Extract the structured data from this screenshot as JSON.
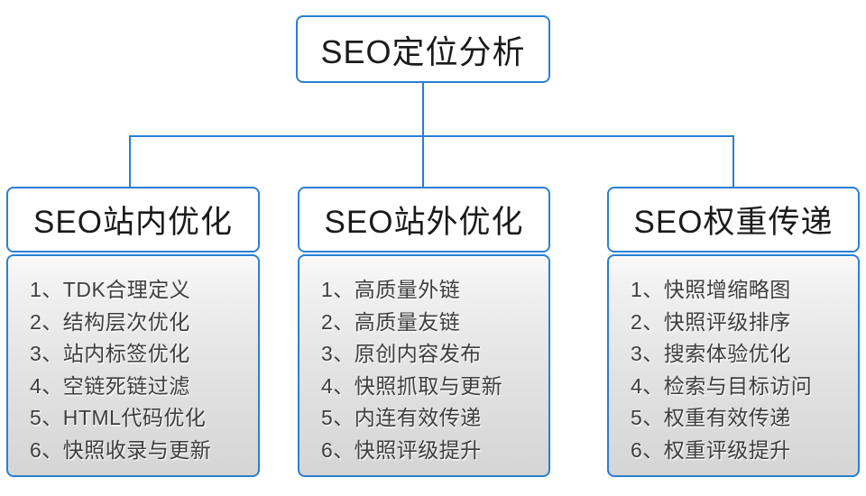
{
  "colors": {
    "accent": "#2a7fd4",
    "text_dark": "#1a1a1a",
    "list_text": "#3e3e3e"
  },
  "root": {
    "label": "SEO定位分析"
  },
  "columns": [
    {
      "title": "SEO站内优化",
      "items": [
        "1、TDK合理定义",
        "2、结构层次优化",
        "3、站内标签优化",
        "4、空链死链过滤",
        "5、HTML代码优化",
        "6、快照收录与更新"
      ]
    },
    {
      "title": "SEO站外优化",
      "items": [
        "1、高质量外链",
        "2、高质量友链",
        "3、原创内容发布",
        "4、快照抓取与更新",
        "5、内连有效传递",
        "6、快照评级提升"
      ]
    },
    {
      "title": "SEO权重传递",
      "items": [
        "1、快照增缩略图",
        "2、快照评级排序",
        "3、搜索体验优化",
        "4、检索与目标访问",
        "5、权重有效传递",
        "6、权重评级提升"
      ]
    }
  ]
}
